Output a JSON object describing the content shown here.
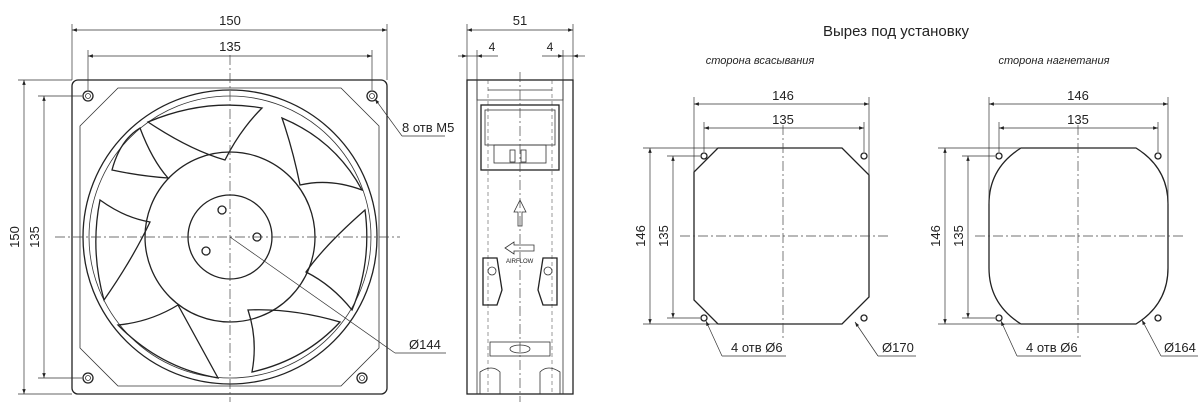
{
  "front_view": {
    "dim_width": "150",
    "dim_hole_spacing_x": "135",
    "dim_height": "150",
    "dim_hole_spacing_y": "135",
    "holes_note": "8 отв М5",
    "impeller_diameter": "Ø144"
  },
  "side_view": {
    "dim_depth": "51",
    "dim_flange_left": "4",
    "dim_flange_right": "4",
    "airflow_label": "AIRFLOW"
  },
  "cutout": {
    "title": "Вырез под установку",
    "suction": {
      "caption": "сторона всасывания",
      "dim_width": "146",
      "dim_hole_spacing_x": "135",
      "dim_height": "146",
      "dim_hole_spacing_y": "135",
      "holes_note": "4 отв Ø6",
      "diameter_note": "Ø170"
    },
    "discharge": {
      "caption": "сторона нагнетания",
      "dim_width": "146",
      "dim_hole_spacing_x": "135",
      "dim_height": "146",
      "dim_hole_spacing_y": "135",
      "holes_note": "4 отв Ø6",
      "diameter_note": "Ø164"
    }
  }
}
